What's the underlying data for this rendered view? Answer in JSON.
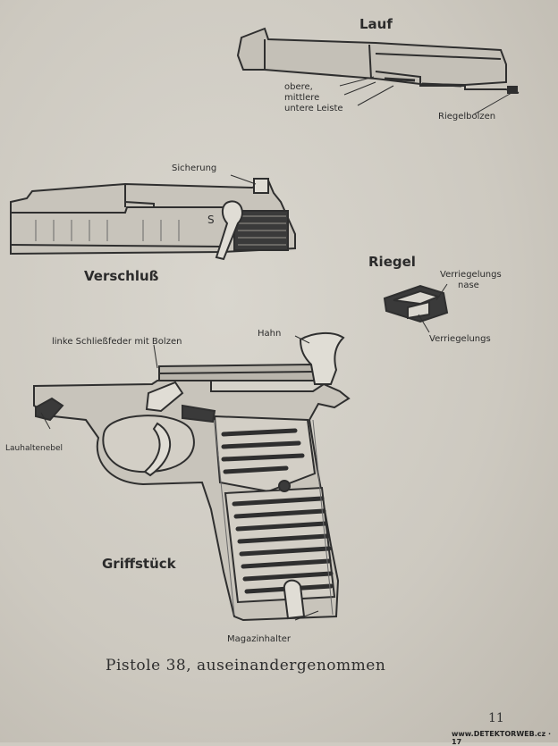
{
  "labels": {
    "lauf": "Lauf",
    "obere": "obere,",
    "mittlere": "mittlere",
    "untere": "untere Leiste",
    "riegelbolzen": "Riegelbolzen",
    "sicherung": "Sicherung",
    "verschluss": "Verschluß",
    "riegel": "Riegel",
    "verriegelungsnase_1": "Verriegelungs",
    "verriegelungsnase_2": "nase",
    "verriegelungs": "Verriegelungs",
    "schliessfeder": "linke Schließfeder mit Bolzen",
    "hahn": "Hahn",
    "laufhaltehebel": "Lauhaltenebel",
    "griffstueck": "Griffstück",
    "magazinhalter": "Magazinhalter"
  },
  "caption": "Pistole 38, auseinandergenommen",
  "page_number": "11",
  "watermark": "www.DETEKTORWEB.cz · 17"
}
